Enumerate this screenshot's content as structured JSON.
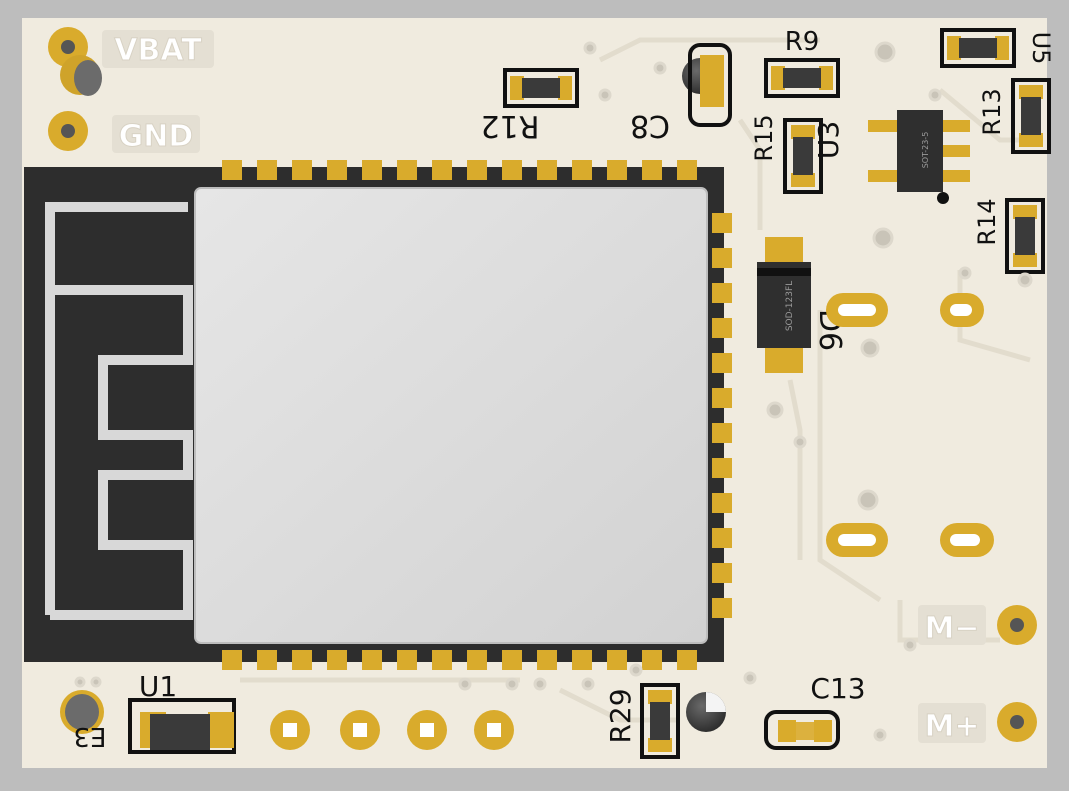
{
  "board": {
    "silkscreen": {
      "vbat_label": "VBAT",
      "gnd_label": "GND",
      "m_minus_label": "M−",
      "m_plus_label": "M+"
    },
    "designators": {
      "r12": "R12",
      "c8": "C8",
      "r9": "R9",
      "u5": "U5",
      "r15": "R15",
      "u3": "U3",
      "r13": "R13",
      "r14": "R14",
      "d6": "D6",
      "u1": "U1",
      "r29": "R29",
      "c13": "C13",
      "e3": "E3"
    },
    "component_marks": {
      "sot23": "SOT-23-5",
      "sod123": "SOD-123FL"
    },
    "colors": {
      "board": "#f0ebdf",
      "copper": "#d9ab2c",
      "module": "#2d2d2d",
      "shield": "#dcdcdc"
    }
  }
}
